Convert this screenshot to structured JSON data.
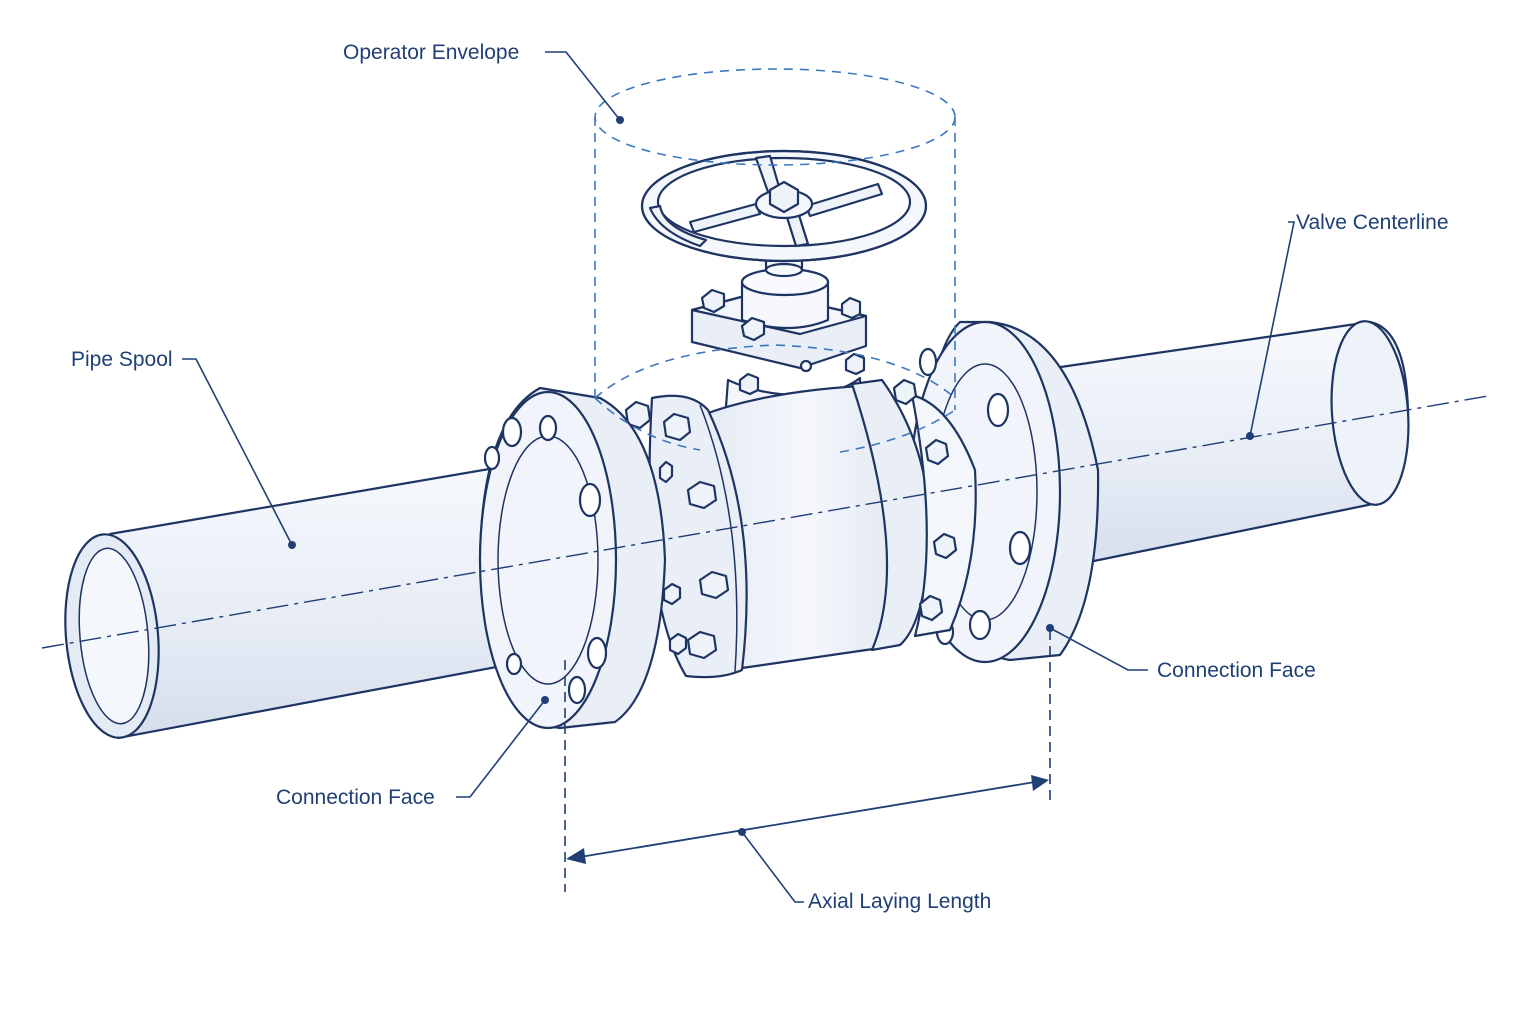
{
  "labels": {
    "operator_envelope": "Operator Envelope",
    "valve_centerline": "Valve Centerline",
    "pipe_spool": "Pipe Spool",
    "connection_face_right": "Connection Face",
    "connection_face_left": "Connection Face",
    "axial_laying_length": "Axial Laying Length"
  },
  "colors": {
    "ink": "#1e3462",
    "label": "#1f3f75",
    "envelope": "#3d78c0",
    "fill": "#e9eef7"
  }
}
